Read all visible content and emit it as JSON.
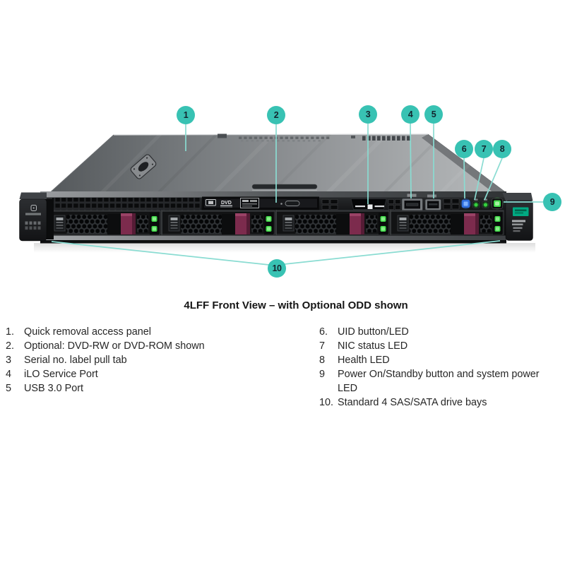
{
  "diagram": {
    "title": "4LFF Front View – with Optional ODD shown",
    "odd_text": "DVD",
    "callouts": [
      {
        "n": "1",
        "label": "Quick removal access panel"
      },
      {
        "n": "2",
        "label": "Optional: DVD-RW or DVD-ROM shown"
      },
      {
        "n": "3",
        "label": "Serial no. label pull tab"
      },
      {
        "n": "4",
        "label": "iLO Service Port"
      },
      {
        "n": "5",
        "label": "USB 3.0 Port"
      },
      {
        "n": "6",
        "label": "UID button/LED"
      },
      {
        "n": "7",
        "label": "NIC status LED"
      },
      {
        "n": "8",
        "label": "Health LED"
      },
      {
        "n": "9",
        "label": "Power On/Standby button and system power LED"
      },
      {
        "n": "10",
        "label": "Standard 4 SAS/SATA drive bays"
      }
    ],
    "legend": {
      "left": [
        {
          "num": "1.",
          "text": "Quick removal access panel"
        },
        {
          "num": "2.",
          "text": "Optional: DVD-RW or DVD-ROM shown"
        },
        {
          "num": "3",
          "text": "Serial no. label pull tab"
        },
        {
          "num": "4",
          "text": "iLO Service Port"
        },
        {
          "num": "5",
          "text": "USB 3.0 Port"
        }
      ],
      "right": [
        {
          "num": "6.",
          "text": "UID button/LED"
        },
        {
          "num": "7",
          "text": "NIC status LED"
        },
        {
          "num": "8",
          "text": "Health LED"
        },
        {
          "num": "9",
          "text": "Power On/Standby button and system power LED"
        },
        {
          "num": "10.",
          "text": "Standard 4 SAS/SATA drive bays"
        }
      ]
    },
    "colors": {
      "callout_fill": "#38C2B3",
      "callout_line": "#8ADCD2",
      "callout_number": "#13252E",
      "hpe_label_green": "#01A982",
      "uid_led_blue": "#3A7CF0",
      "status_led_green": "#3FD948",
      "drive_latch_maroon": "#7C2B4D"
    }
  }
}
